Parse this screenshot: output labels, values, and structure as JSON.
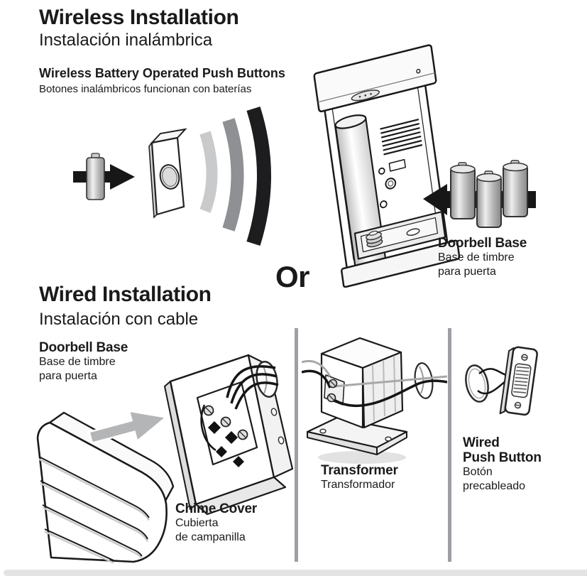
{
  "wireless": {
    "title": "Wireless Installation",
    "subtitle": "Instalación inalámbrica",
    "heading": "Wireless Battery Operated Push Buttons",
    "subheading": "Botones inalámbricos funcionan con baterías",
    "doorbell_base": {
      "label": "Doorbell Base",
      "sub1": "Base de timbre",
      "sub2": "para puerta"
    }
  },
  "or_label": "Or",
  "wired": {
    "title": "Wired Installation",
    "subtitle": "Instalación con cable",
    "doorbell_base": {
      "label": "Doorbell Base",
      "sub1": "Base de timbre",
      "sub2": "para puerta"
    },
    "chime_cover": {
      "label": "Chime Cover",
      "sub1": "Cubierta",
      "sub2": "de campanilla"
    },
    "transformer": {
      "label": "Transformer",
      "sub1": "Transformador"
    },
    "push_button": {
      "label1": "Wired",
      "label2": "Push Button",
      "sub1": "Botón",
      "sub2": "precableado"
    }
  },
  "illustrations": [
    "battery-icon",
    "arrow-right-icon",
    "push-button-illustration",
    "signal-arcs-icon",
    "doorbell-base-illustration",
    "arrow-left-icon",
    "batteries-icon",
    "chime-cover-illustration",
    "insert-arrow-icon",
    "wired-doorbell-base-illustration",
    "wall-hole-icon",
    "transformer-illustration",
    "wired-push-button-illustration"
  ],
  "colors": {
    "text": "#1a1a1a",
    "line_art": "#1a1a1a",
    "arc_light": "#c9cacb",
    "arc_medium": "#8e9093",
    "arc_dark": "#1d1d1f",
    "arrow_black": "#171717",
    "arrow_gray": "#b3b5b7",
    "divider": "#9da0a3",
    "footer_bar": "#e3e3e4"
  }
}
